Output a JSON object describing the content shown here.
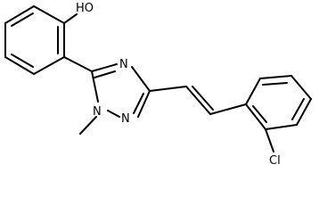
{
  "molecule": {
    "atom_labels": {
      "hydroxyl": "HO",
      "n_top": "N",
      "n_methyl": "N",
      "n_bottom": "N",
      "chlorine": "Cl"
    }
  }
}
